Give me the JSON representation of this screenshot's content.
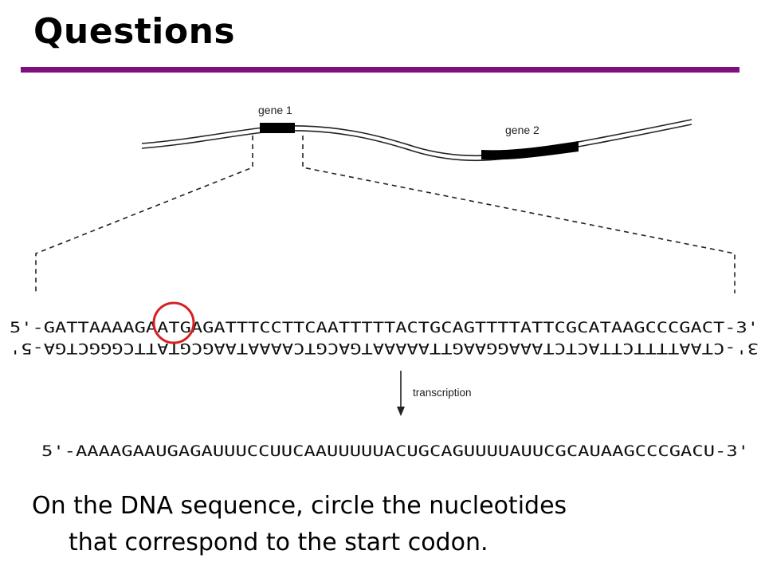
{
  "slide": {
    "title": "Questions",
    "accent_color": "#7f0f7f"
  },
  "diagram": {
    "gene1_label": "gene 1",
    "gene2_label": "gene 2",
    "dna_top_strand": "5'-GATTAAAAGAATGAGATTTCCTTCAATTTTTACTGCAGTTTTATTCGCATAAGCCCGACT-3'",
    "dna_bottom_strand": "3'-CTAATTTTCTTACTCTAAAGGAAGTTAAAAATGACGTCAAAATAAGCGTATTCGGGCTGA-5'",
    "transcription_label": "transcription",
    "mrna_strand": "5'-AAAAGAAUGAGAUUUCCUUCAAUUUUUACUGCAGUUUUAUUCGCAUAAGCCCGACU-3'",
    "circled_codon": "ATG",
    "circle_color": "#d42020"
  },
  "question": {
    "line1": "On the DNA sequence, circle the nucleotides",
    "line2": "that correspond to the start codon."
  }
}
